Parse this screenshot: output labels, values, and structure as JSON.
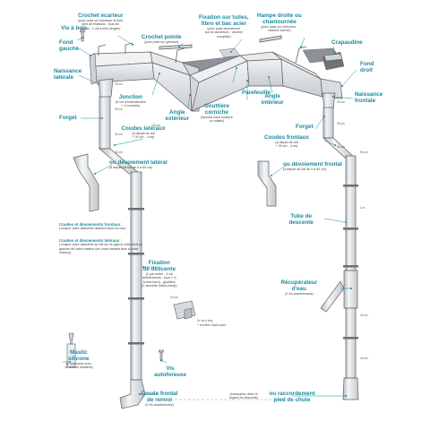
{
  "labels": {
    "vis_bois": {
      "title": "Vis à bois"
    },
    "crochet_ecarteur": {
      "title": "Crochet écarteur",
      "sub1": "(pour pose sur bandeau et bout",
      "sub2": "libre de fixations - tous les",
      "sub3": "40 cm - 1 vis à bois cinglée)"
    },
    "crochet_pointe": {
      "title": "Crochet pointe",
      "sub1": "(pour pose sur gêneise)"
    },
    "fixation_tuiles": {
      "title": "Fixation sur tuiles,",
      "title2": "fibro et bac acier",
      "sub1": "(pour pose directement",
      "sub2": "sur la couverture - visserie",
      "sub3": "comprise)"
    },
    "hampe": {
      "title": "Hampe droite ou",
      "title2": "chantournée",
      "sub1": "(pour pose sur chevrons -",
      "sub2": "visserie fournie)"
    },
    "crapaudine": {
      "title": "Crapaudine"
    },
    "fond_gauche": {
      "title": "Fond",
      "title2": "gauche"
    },
    "fond_droit": {
      "title": "Fond",
      "title2": "droit"
    },
    "naissance_laterale": {
      "title": "Naissance",
      "title2": "latérale"
    },
    "naissance_frontale": {
      "title": "Naissance",
      "title2": "frontale"
    },
    "jonction": {
      "title": "Jonction",
      "sub1": "(6 cm d'emboîtement",
      "sub2": "+ 2 crochets)"
    },
    "parefeuille": {
      "title": "Parefeuille"
    },
    "angle_interieur": {
      "title": "Angle",
      "title2": "intérieur"
    },
    "angle_exterieur": {
      "title": "Angle",
      "title2": "extérieur"
    },
    "gouttiere": {
      "title": "Gouttière",
      "title2": "corniche",
      "sub1": "(raccord sans soudure",
      "sub2": "ou mastic)"
    },
    "forget_left": {
      "title": "Forget"
    },
    "forget_right": {
      "title": "Forget"
    },
    "coudes_lateraux": {
      "title": "Coudes latéraux",
      "sub1": "(à départ du toit",
      "sub2": "+ 30 cm - 4 vis)"
    },
    "coudes_frontaux": {
      "title": "Coudes frontaux",
      "sub1": "(à départ de toit",
      "sub2": "+ 30 cm - 4 vis)"
    },
    "devoiement_lateral": {
      "title": "ou dévoiement latéral",
      "sub1": "(à départ de toit de 5 à 60 cm)"
    },
    "devoiement_frontal": {
      "title": "ou dévoiement frontal",
      "sub1": "(à départ de toit de 5 à 60 cm)"
    },
    "tube_descente": {
      "title": "Tube de",
      "title2": "descente"
    },
    "fixation_descente": {
      "title": "Fixation",
      "title2": "de descente",
      "sub1": "(1 par mètre - 4 vis",
      "sub2": "autoforeuses - tous 1 m",
      "sub3": "à bois bard) - gouttière",
      "sub4": "(1 chevêtre Zakko-bard))"
    },
    "recuperateur": {
      "title": "Récupérateur",
      "title2": "d'eau",
      "sub1": "(4 vis autoforeuses)"
    },
    "mastic": {
      "title": "Mastic",
      "title2": "silicone",
      "sub1": "(1 cartouche pour",
      "sub2": "12 mètres linéaires)"
    },
    "vis_autoforeuse": {
      "title": "Vis",
      "title2": "autoforeuse"
    },
    "coude_frontal": {
      "title": "Coude frontal",
      "title2": "de renvoi",
      "sub1": "(2 vis autoforeuses)"
    },
    "evacuation": {
      "sub1": "(évacuation dans le",
      "sub2": "regard de descente)"
    },
    "raccordement": {
      "title": "ou raccordement",
      "title2": "pied de chute"
    }
  },
  "notes": {
    "coudes_frontaux_heading": "Coudes et dévoiements frontaux :",
    "coudes_frontaux_text": "Lorsque votre descente descend face au mur.",
    "coudes_lateraux_heading": "Coudes et dévoiements latéraux :",
    "coudes_lateraux_text": "Lorsque votre descente se fait sur le pignon côté droit ou gauche de votre maison (en vous mettant face à votre maison)."
  },
  "dims": {
    "d1": "25 cm",
    "d2": "30 cm",
    "d3": "20 cm",
    "d4": "30 cm",
    "d5": "30 cm",
    "d6": "20 cm",
    "d7": "30 cm",
    "d8": "25 cm",
    "d9": "50 cm",
    "d10": "1 m",
    "d11": "25 cm",
    "d12": "40 cm",
    "bracket1": "20 cm",
    "bracket2": "2x vis à bois",
    "bracket3": "+ chevêtre Zakko-bard"
  },
  "colors": {
    "accent": "#1a8aa0",
    "metal_light": "#eceeef",
    "metal_mid": "#cfd3d6",
    "metal_dark": "#9aa0a5",
    "outline": "#5b6166"
  }
}
